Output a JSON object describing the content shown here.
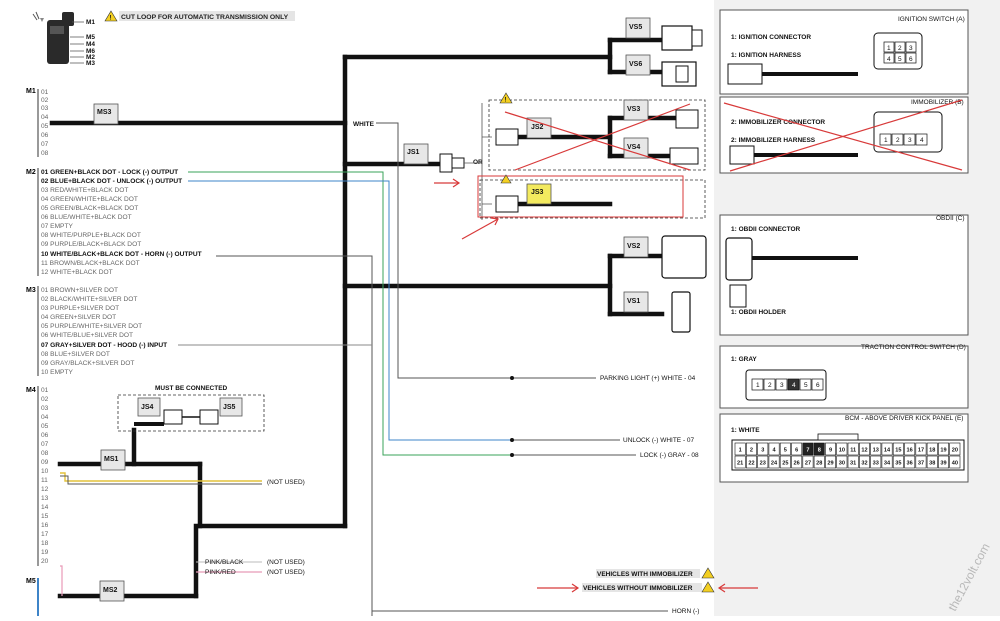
{
  "top_note": "CUT LOOP FOR AUTOMATIC TRANSMISSION ONLY",
  "module_pins": [
    "M1",
    "M5",
    "M4",
    "M6",
    "M2",
    "M3"
  ],
  "m1": {
    "label": "M1",
    "pins": [
      "01",
      "02",
      "03",
      "04",
      "05",
      "06",
      "07",
      "08"
    ]
  },
  "m2": {
    "label": "M2",
    "pins": [
      "01 GREEN+BLACK DOT - LOCK (-) OUTPUT",
      "02 BLUE+BLACK DOT - UNLOCK (-) OUTPUT",
      "03 RED/WHITE+BLACK DOT",
      "04 GREEN/WHITE+BLACK DOT",
      "05 GREEN/BLACK+BLACK DOT",
      "06 BLUE/WHITE+BLACK DOT",
      "07 EMPTY",
      "08 WHITE/PURPLE+BLACK DOT",
      "09 PURPLE/BLACK+BLACK DOT",
      "10 WHITE/BLACK+BLACK DOT - HORN (-) OUTPUT",
      "11 BROWN/BLACK+BLACK DOT",
      "12 WHITE+BLACK DOT"
    ]
  },
  "m3": {
    "label": "M3",
    "pins": [
      "01 BROWN+SILVER DOT",
      "02 BLACK/WHITE+SILVER DOT",
      "03 PURPLE+SILVER DOT",
      "04 GREEN+SILVER DOT",
      "05 PURPLE/WHITE+SILVER DOT",
      "06 WHITE/BLUE+SILVER DOT",
      "07 GRAY+SILVER DOT - HOOD (-) INPUT",
      "08 BLUE+SILVER DOT",
      "09 GRAY/BLACK+SILVER DOT",
      "10 EMPTY"
    ]
  },
  "m4": {
    "label": "M4",
    "pins": [
      "01",
      "02",
      "03",
      "04",
      "05",
      "06",
      "07",
      "08",
      "09",
      "10",
      "11",
      "12",
      "13",
      "14",
      "15",
      "16",
      "17",
      "18",
      "19",
      "20"
    ]
  },
  "m5": {
    "label": "M5"
  },
  "connectors": {
    "ms3": "MS3",
    "ms1": "MS1",
    "ms2": "MS2",
    "js1": "JS1",
    "js2": "JS2",
    "js3": "JS3",
    "js4": "JS4",
    "js5": "JS5",
    "vs5": "VS5",
    "vs6": "VS6",
    "vs3": "VS3",
    "vs4": "VS4",
    "vs2": "VS2",
    "vs1": "VS1"
  },
  "labels": {
    "white": "WHITE",
    "or": "OR",
    "must_be_connected": "MUST BE CONNECTED",
    "not_used": "(NOT USED)",
    "pink_black": "PINK/BLACK",
    "pink_red": "PINK/RED",
    "parking_light": "PARKING LIGHT (+) WHITE - 04",
    "unlock_out": "UNLOCK (-) WHITE - 07",
    "lock_out": "LOCK (-) GRAY - 08",
    "with_immobilizer": "VEHICLES WITH IMMOBILIZER",
    "without_immobilizer": "VEHICLES WITHOUT IMMOBILIZER",
    "horn": "HORN (-)"
  },
  "panels": {
    "ignition": {
      "title": "IGNITION SWITCH (A)",
      "line1": "1: IGNITION CONNECTOR",
      "line2": "1: IGNITION HARNESS",
      "pins": [
        "1",
        "2",
        "3",
        "4",
        "5",
        "6"
      ]
    },
    "immobilizer": {
      "title": "IMMOBILIZER (B)",
      "line1": "2: IMMOBILIZER CONNECTOR",
      "line2": "2: IMMOBILIZER HARNESS",
      "pins": [
        "1",
        "2",
        "3",
        "4"
      ]
    },
    "obdii": {
      "title": "OBDII (C)",
      "line1": "1: OBDII CONNECTOR",
      "line2": "1: OBDII HOLDER"
    },
    "traction": {
      "title": "TRACTION CONTROL SWITCH (D)",
      "line1": "1: GRAY",
      "pins": [
        "1",
        "2",
        "3",
        "4",
        "5",
        "6"
      ]
    },
    "bcm": {
      "title": "BCM - ABOVE DRIVER KICK PANEL (E)",
      "line1": "1: WHITE",
      "row1": [
        "1",
        "2",
        "3",
        "4",
        "5",
        "6",
        "7",
        "8",
        "9",
        "10",
        "11",
        "12",
        "13",
        "14",
        "15",
        "16",
        "17",
        "18",
        "19",
        "20"
      ],
      "row2": [
        "21",
        "22",
        "23",
        "24",
        "25",
        "26",
        "27",
        "28",
        "29",
        "30",
        "31",
        "32",
        "33",
        "34",
        "35",
        "36",
        "37",
        "38",
        "39",
        "40"
      ]
    }
  },
  "watermark": "the12volt.com",
  "colors": {
    "wire": "#111111",
    "green_wire": "#3aa35a",
    "blue_wire": "#3e84c8",
    "gray_wire": "#888888",
    "yellow_wire": "#e3c23a",
    "pink_wire": "#e89ab8",
    "annot_red": "#d83a3a",
    "warn_yellow": "#f3cf22",
    "panel_bg": "#f1f1f1"
  }
}
